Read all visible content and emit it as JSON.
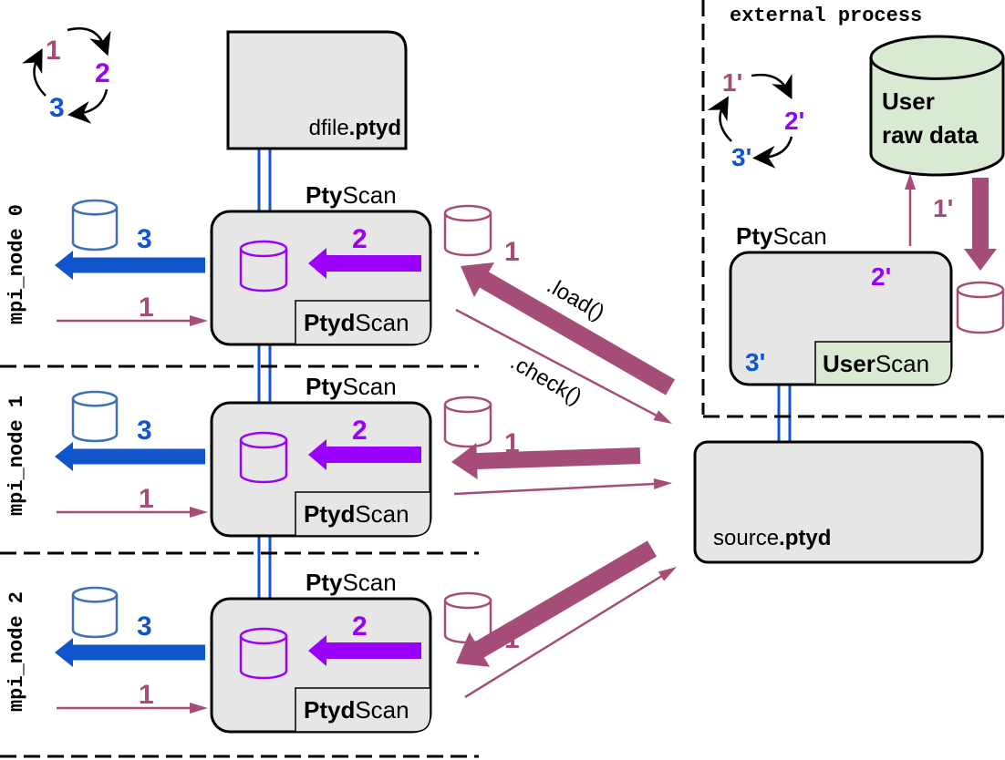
{
  "colors": {
    "mauve": "#a54d78",
    "purple": "#9b00ff",
    "blue": "#1155cc",
    "cylinder_blue": "#3d6fb6",
    "box_fill": "#e6e6e6",
    "green_fill": "#d9ead3"
  },
  "cycle": {
    "step1": "1",
    "step2": "2",
    "step3": "3"
  },
  "cycle_ext": {
    "step1": "1'",
    "step2": "2'",
    "step3": "3'"
  },
  "dfile": {
    "name": "dfile",
    "ext": ".ptyd"
  },
  "source": {
    "name": "source",
    "ext": ".ptyd"
  },
  "external": {
    "title": "external process",
    "raw_line1": "User",
    "raw_line2": "raw data",
    "pty_bold": "Pty",
    "pty_rest": "Scan",
    "user_bold": "User",
    "user_rest": "Scan",
    "step1": "1'",
    "step2": "2'",
    "step3": "3'"
  },
  "nodes": [
    {
      "label": "mpi_node 0",
      "pty_bold": "Pty",
      "pty_rest": "Scan",
      "ptyd_bold": "Ptyd",
      "ptyd_rest": "Scan",
      "step1": "1",
      "step2": "2",
      "step3": "3",
      "step1_right": "1"
    },
    {
      "label": "mpi_node 1",
      "pty_bold": "Pty",
      "pty_rest": "Scan",
      "ptyd_bold": "Ptyd",
      "ptyd_rest": "Scan",
      "step1": "1",
      "step2": "2",
      "step3": "3",
      "step1_right": "1"
    },
    {
      "label": "mpi_node 2",
      "pty_bold": "Pty",
      "pty_rest": "Scan",
      "ptyd_bold": "Ptyd",
      "ptyd_rest": "Scan",
      "step1": "1",
      "step2": "2",
      "step3": "3",
      "step1_right": "1"
    }
  ],
  "methods": {
    "load": ".load()",
    "check": ".check()"
  }
}
